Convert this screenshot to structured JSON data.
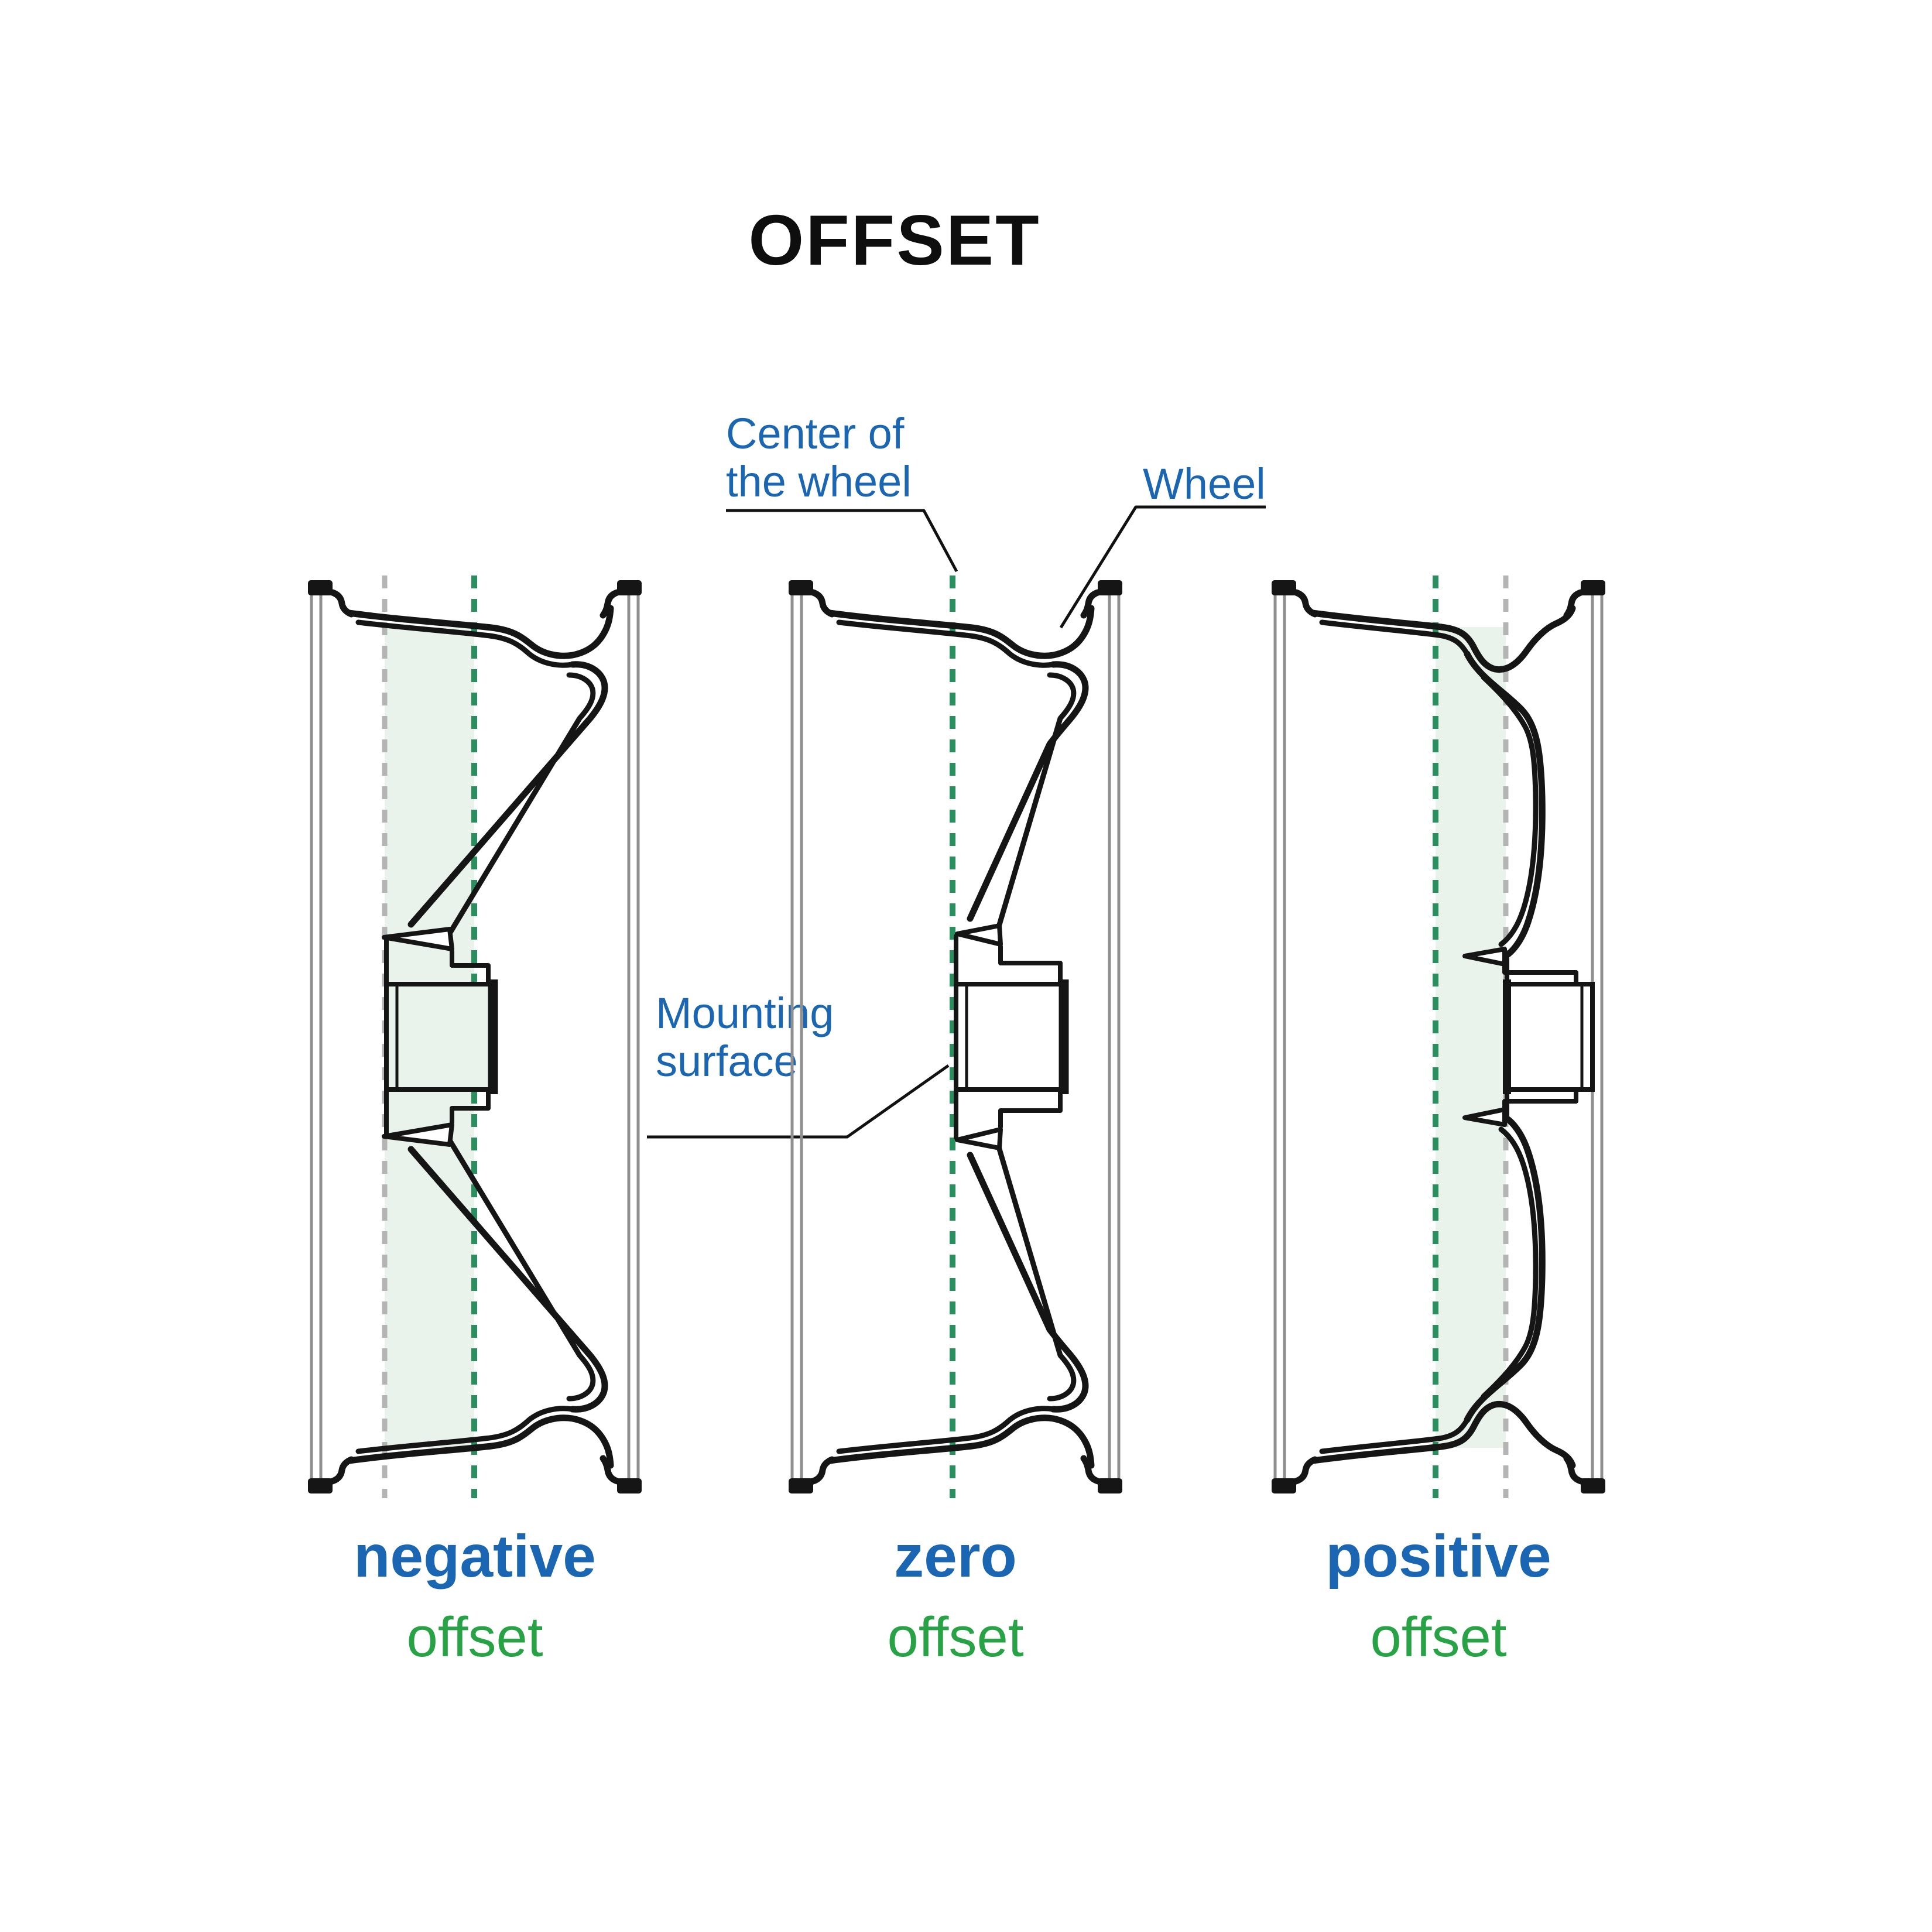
{
  "title": "OFFSET",
  "colors": {
    "blue": "#1b66b3",
    "green": "#27a346",
    "dash_green": "#2a8f5f",
    "dash_gray": "#b4b4b4",
    "band_fill": "#e9f3ec",
    "outline": "#151515",
    "rim_gray": "#8f8f8f",
    "background": "#ffffff"
  },
  "annotations": {
    "center_of_wheel": {
      "line1": "Center of",
      "line2": "the wheel"
    },
    "wheel": {
      "label": "Wheel"
    },
    "mounting_surface": {
      "line1": "Mounting",
      "line2": "surface"
    }
  },
  "diagrams": [
    {
      "offset_type": "negative",
      "offset_word": "offset"
    },
    {
      "offset_type": "zero",
      "offset_word": "offset"
    },
    {
      "offset_type": "positive",
      "offset_word": "offset"
    }
  ]
}
